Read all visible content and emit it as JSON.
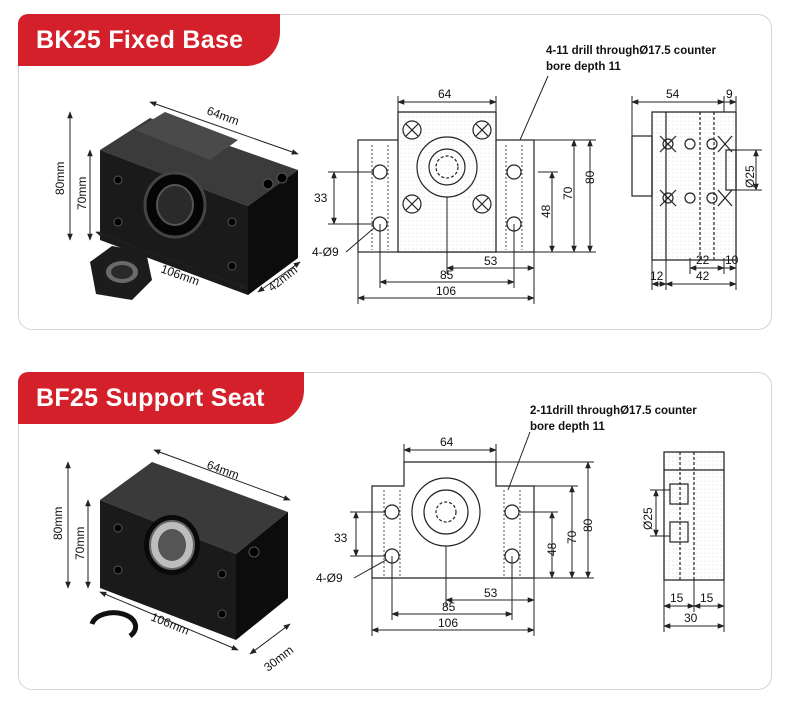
{
  "bk": {
    "title": "BK25 Fixed Base",
    "photo": {
      "width": "64mm",
      "height": "80mm",
      "inner_height": "70mm",
      "length": "106mm",
      "depth": "42mm"
    },
    "note_line1": "4-11 drill throughØ17.5 counter",
    "note_line2": "bore depth 11",
    "front": {
      "d64": "64",
      "d80": "80",
      "d70": "70",
      "d48": "48",
      "d33": "33",
      "hole": "4-Ø9",
      "d53": "53",
      "d85": "85",
      "d106": "106"
    },
    "side": {
      "d54": "54",
      "d9": "9",
      "d25": "Ø25",
      "d12": "12",
      "d22": "22",
      "d10": "10",
      "d42": "42"
    }
  },
  "bf": {
    "title": "BF25 Support Seat",
    "photo": {
      "width": "64mm",
      "height": "80mm",
      "inner_height": "70mm",
      "length": "106mm",
      "depth": "30mm"
    },
    "note_line1": "2-11drill throughØ17.5 counter",
    "note_line2": "bore depth 11",
    "front": {
      "d64": "64",
      "d80": "80",
      "d70": "70",
      "d48": "48",
      "d33": "33",
      "hole": "4-Ø9",
      "d53": "53",
      "d85": "85",
      "d106": "106"
    },
    "side": {
      "d25": "Ø25",
      "d15a": "15",
      "d15b": "15",
      "d30": "30"
    }
  },
  "colors": {
    "banner": "#d3202a",
    "block": "#151515",
    "line": "#222222"
  }
}
